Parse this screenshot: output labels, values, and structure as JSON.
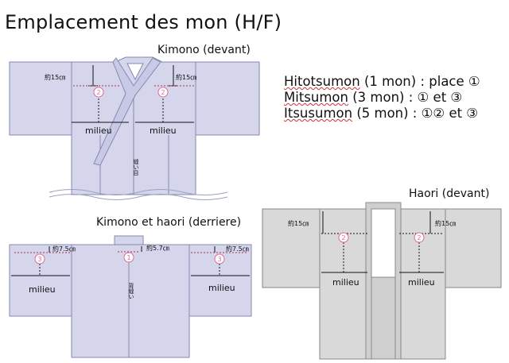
{
  "title": "Emplacement des mon (H/F)",
  "diagrams": {
    "kimono_front": {
      "caption": "Kimono (devant)",
      "dims": [
        "約15㎝",
        "約15㎝"
      ],
      "milieu": [
        "milieu",
        "milieu"
      ],
      "seam": "縫い目",
      "marks": [
        "2",
        "2"
      ]
    },
    "back": {
      "caption": "Kimono et haori (derriere)",
      "dims": [
        "約7.5㎝",
        "約5.7㎝",
        "約7.5㎝"
      ],
      "milieu": [
        "milieu",
        "milieu"
      ],
      "seam": "背縫い",
      "marks": [
        "3",
        "1",
        "3"
      ]
    },
    "haori_front": {
      "caption": "Haori (devant)",
      "dims": [
        "約15㎝",
        "約15㎝"
      ],
      "milieu": [
        "milieu",
        "milieu"
      ],
      "marks": [
        "2",
        "2"
      ]
    }
  },
  "legend": [
    {
      "term": "Hitotsumon",
      "rest": " (1 mon) : place ①"
    },
    {
      "term": "Mitsumon",
      "rest": " (3 mon) : ① et ③"
    },
    {
      "term": "Itsusumon",
      "rest": " (5 mon) : ①② et ③"
    }
  ],
  "colors": {
    "kimono_fill": "#d5d6ec",
    "kimono_stroke": "#8688b0",
    "haori_fill": "#d9d9d9",
    "haori_stroke": "#888888",
    "mark": "#e06a99",
    "ink": "#111111"
  }
}
